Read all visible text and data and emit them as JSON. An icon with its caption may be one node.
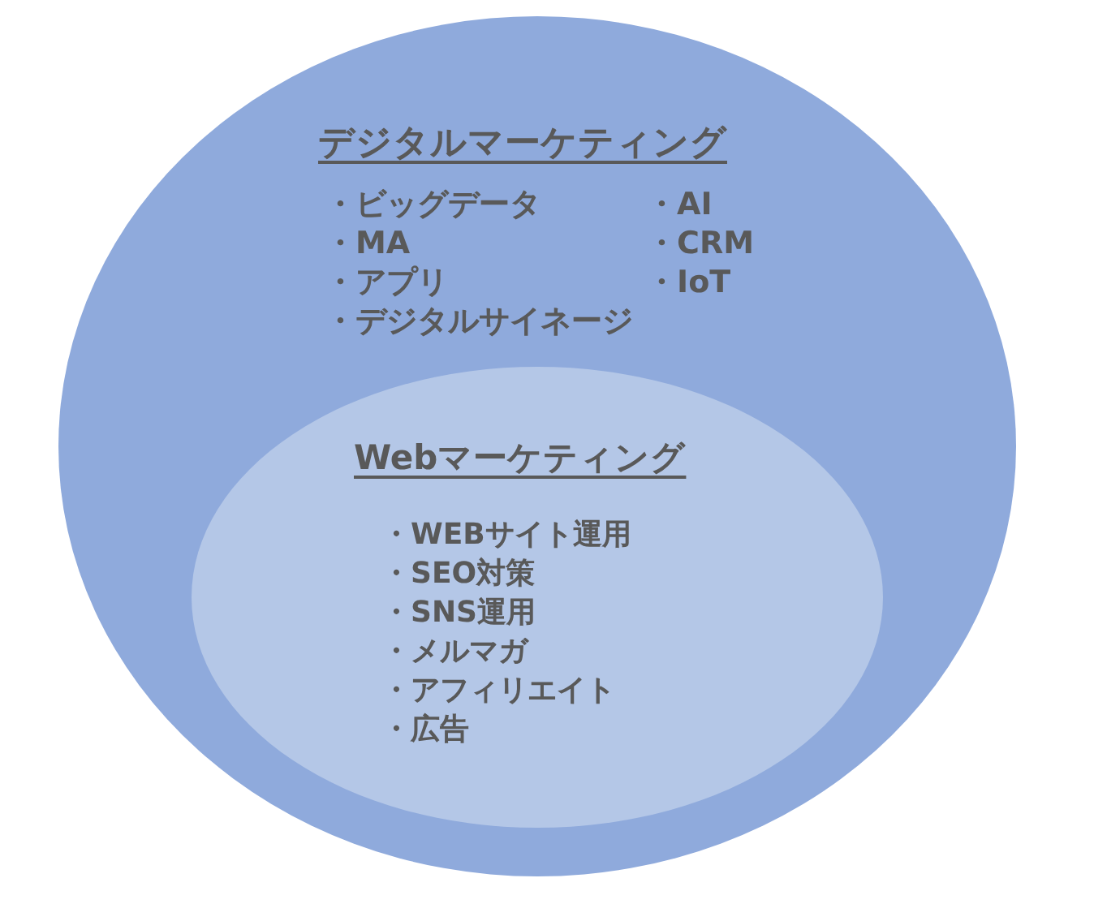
{
  "diagram": {
    "nodes": [
      {
        "text": [
          "デジタルマーケティング",
          "・ビッグデータ",
          "・MA",
          "・アプリ",
          "・デジタルサイネージ",
          "・AI",
          "・CRM",
          "・IoT"
        ]
      },
      {
        "text": [
          "Webマーケティング",
          "・WEBサイト運用",
          "・SEO対策",
          "・SNS運用",
          "・メルマガ",
          "・アフィリエイト",
          "・広告"
        ],
        "in": 0
      }
    ]
  }
}
